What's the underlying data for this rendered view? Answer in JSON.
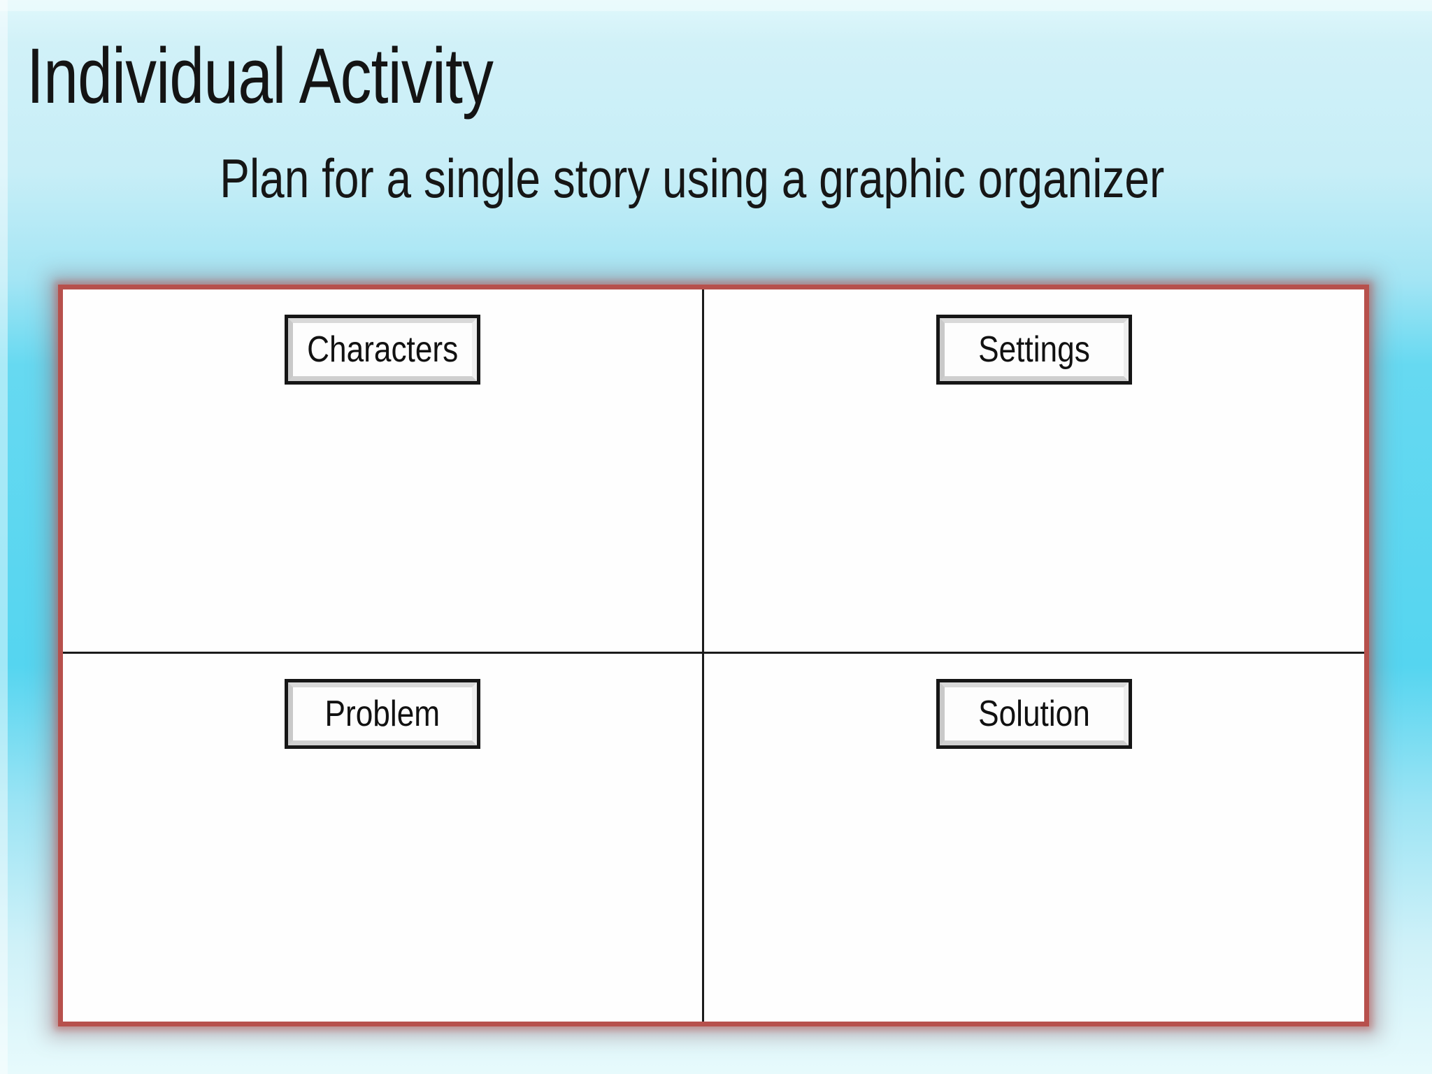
{
  "slide": {
    "title": "Individual Activity",
    "subtitle": "Plan for a single story using a graphic organizer"
  },
  "organizer": {
    "quadrants": [
      {
        "label": "Characters",
        "position": "top-left"
      },
      {
        "label": "Settings",
        "position": "top-right"
      },
      {
        "label": "Problem",
        "position": "bottom-left"
      },
      {
        "label": "Solution",
        "position": "bottom-right"
      }
    ],
    "colors": {
      "frame_red": "#b7504c",
      "frame_glow": "rgba(150,115,125,0.42)",
      "divider_black": "#1b1b1b",
      "label_border_black": "#161616",
      "label_bevel_gray": "#d9d9d9",
      "background_cyan_mid": "#55d5f0",
      "background_cyan_light": "#e0f8fb",
      "text_black": "#141414"
    }
  }
}
